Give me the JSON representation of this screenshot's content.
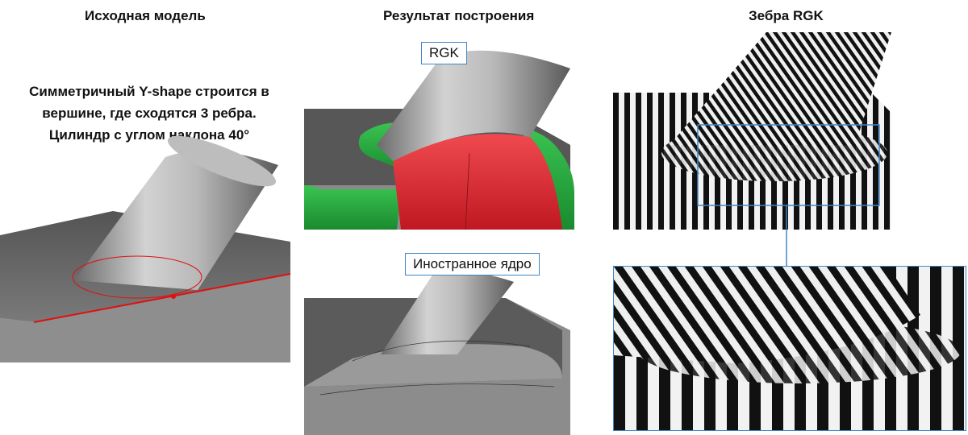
{
  "titles": {
    "source": "Исходная модель",
    "result": "Результат построения",
    "zebra": "Зебра RGK"
  },
  "description": {
    "line1": "Симметричный Y-shape строится в",
    "line2": "вершине, где сходятся 3 ребра.",
    "line3": "Цилиндр с углом наклона 40°"
  },
  "callouts": {
    "rgk": "RGK",
    "foreign_kernel": "Иностранное ядро"
  },
  "colors": {
    "selected_edge": "#e01010",
    "fillet_red": "#e0242c",
    "fillet_green": "#22a33a",
    "callout_border": "#3f86c7"
  }
}
